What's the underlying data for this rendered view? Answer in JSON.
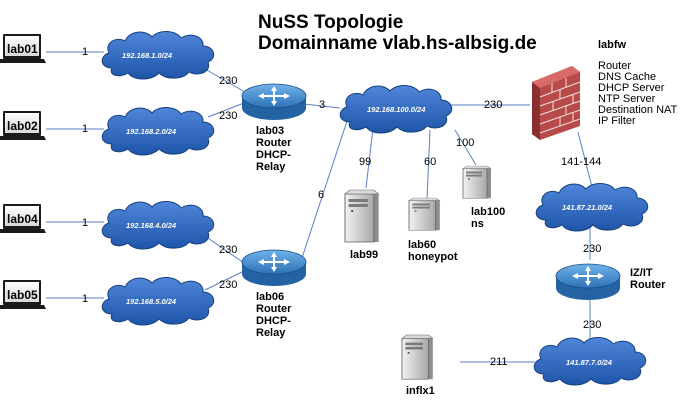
{
  "title": {
    "line1": "NuSS Topologie",
    "line2": "Domainname vlab.hs-albsig.de"
  },
  "hosts": {
    "lab01": "lab01",
    "lab02": "lab02",
    "lab04": "lab04",
    "lab05": "lab05"
  },
  "networks": {
    "net1": "192.168.1.0/24",
    "net2": "192.168.2.0/24",
    "net4": "192.168.4.0/24",
    "net5": "192.168.5.0/24",
    "net100": "192.168.100.0/24",
    "net21": "141.87.21.0/24",
    "net7": "141.87.7.0/24"
  },
  "routers": {
    "lab03": {
      "name": "lab03",
      "role": "Router",
      "extra1": "DHCP-",
      "extra2": "Relay"
    },
    "lab06": {
      "name": "lab06",
      "role": "Router",
      "extra1": "DHCP-",
      "extra2": "Relay"
    },
    "izit": {
      "name": "IZ/IT",
      "role": "Router"
    }
  },
  "servers": {
    "lab99": {
      "name": "lab99"
    },
    "lab60": {
      "name": "lab60",
      "role": "honeypot"
    },
    "lab100": {
      "name": "lab100",
      "role": "ns"
    },
    "inflx1": {
      "name": "inflx1"
    }
  },
  "firewall": {
    "name": "labfw",
    "services": [
      "Router",
      "DNS Cache",
      "DHCP Server",
      "NTP Server",
      "Destination NAT",
      "IP Filter"
    ]
  },
  "links": {
    "lab01_net1": "1",
    "lab02_net2": "1",
    "lab04_net4": "1",
    "lab05_net5": "1",
    "net1_lab03": "230",
    "net2_lab03": "230",
    "net4_lab06": "230",
    "net5_lab06": "230",
    "lab03_net100": "3",
    "lab06_net100": "6",
    "net100_fw": "230",
    "net100_lab99": "99",
    "net100_lab60": "60",
    "net100_lab100": "100",
    "fw_net21": "141-144",
    "net21_izit": "230",
    "izit_net7": "230",
    "inflx1_net7": "211"
  }
}
